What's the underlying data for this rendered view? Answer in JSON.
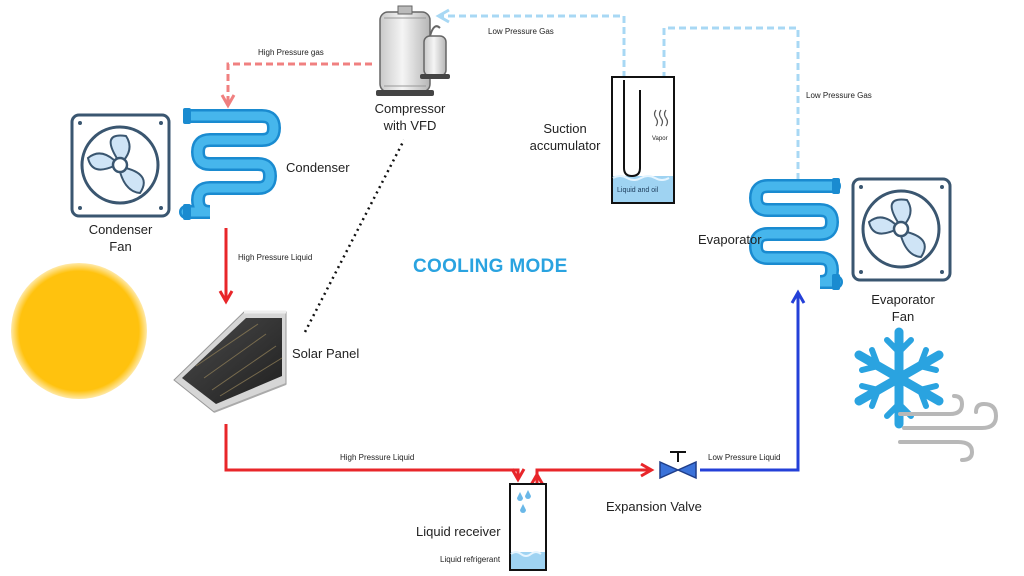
{
  "title": "COOLING MODE",
  "components": {
    "compressor": "Compressor\nwith VFD",
    "condenser": "Condenser",
    "condenser_fan": "Condenser\nFan",
    "solar_panel": "Solar Panel",
    "suction_accumulator": "Suction\naccumulator",
    "evaporator": "Evaporator",
    "evaporator_fan": "Evaporator\nFan",
    "expansion_valve": "Expansion Valve",
    "liquid_receiver": "Liquid receiver"
  },
  "flow_labels": {
    "high_pressure_gas": "High Pressure gas",
    "low_pressure_gas_top": "Low Pressure Gas",
    "low_pressure_gas_right": "Low Pressure Gas",
    "high_pressure_liquid_left": "High Pressure Liquid",
    "high_pressure_liquid_bottom": "High Pressure Liquid",
    "low_pressure_liquid": "Low Pressure Liquid",
    "liquid_refrigerant": "Liquid refrigerant"
  },
  "accumulator_labels": {
    "vapor": "Vapor",
    "liquid_and_oil": "Liquid and oil"
  },
  "colors": {
    "high_pressure_liquid": "#e8262a",
    "high_pressure_gas": "#f08080",
    "low_pressure_gas": "#a8d8f4",
    "low_pressure_liquid": "#2440d8",
    "coil": "#2aa3e0",
    "title": "#2aa3e0",
    "sun": "#ffc20e"
  }
}
